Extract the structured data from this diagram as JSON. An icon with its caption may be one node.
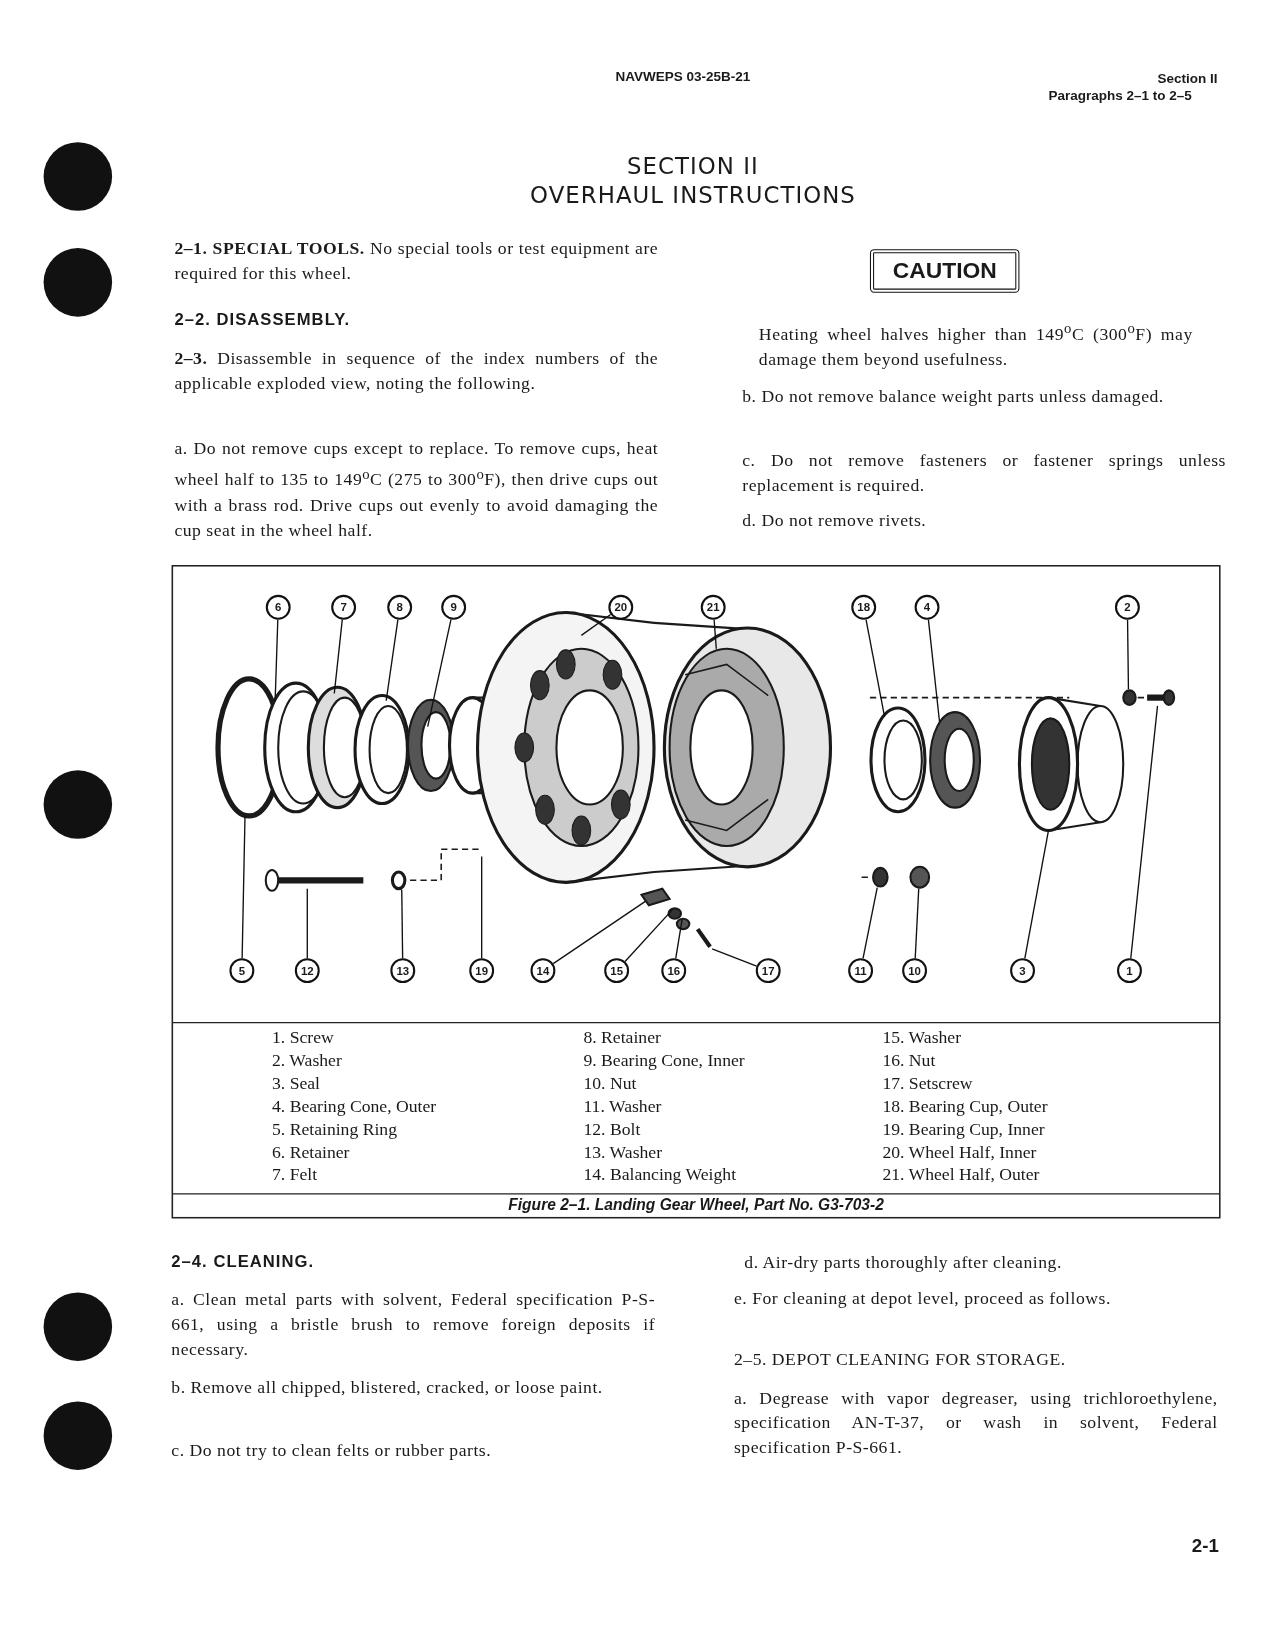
{
  "diagram": {
    "title": "OVERHAUL INSTRUCTIONS",
    "caption": "Figure 2–1. Landing Gear Wheel, Part No. G3-703-2",
    "nodes": [
      {
        "text": [
          "6"
        ]
      },
      {
        "text": [
          "7"
        ]
      },
      {
        "text": [
          "8"
        ]
      },
      {
        "text": [
          "9"
        ]
      },
      {
        "text": [
          "20"
        ]
      },
      {
        "text": [
          "21"
        ]
      },
      {
        "text": [
          "18"
        ]
      },
      {
        "text": [
          "4"
        ]
      },
      {
        "text": [
          "2"
        ]
      },
      {
        "text": [
          "5"
        ]
      },
      {
        "text": [
          "12"
        ]
      },
      {
        "text": [
          "13"
        ]
      },
      {
        "text": [
          "19"
        ]
      },
      {
        "text": [
          "14"
        ]
      },
      {
        "text": [
          "15"
        ]
      },
      {
        "text": [
          "16"
        ]
      },
      {
        "text": [
          "17"
        ]
      },
      {
        "text": [
          "11"
        ]
      },
      {
        "text": [
          "10"
        ]
      },
      {
        "text": [
          "3"
        ]
      },
      {
        "text": [
          "1"
        ]
      }
    ],
    "edges": [
      {
        "from": 0,
        "to": null,
        "arrow": "none"
      },
      {
        "from": 1,
        "to": null,
        "arrow": "none"
      },
      {
        "from": 2,
        "to": null,
        "arrow": "none"
      },
      {
        "from": 3,
        "to": null,
        "arrow": "none"
      },
      {
        "from": 4,
        "to": null,
        "arrow": "none"
      },
      {
        "from": 5,
        "to": null,
        "arrow": "none"
      },
      {
        "from": 6,
        "to": null,
        "arrow": "none"
      },
      {
        "from": 7,
        "to": null,
        "arrow": "none"
      },
      {
        "from": 8,
        "to": null,
        "arrow": "none"
      },
      {
        "from": 9,
        "to": null,
        "arrow": "none"
      },
      {
        "from": 10,
        "to": null,
        "arrow": "none"
      },
      {
        "from": 11,
        "to": null,
        "arrow": "none"
      },
      {
        "from": 12,
        "to": null,
        "arrow": "none"
      },
      {
        "from": 13,
        "to": null,
        "arrow": "none"
      },
      {
        "from": 14,
        "to": null,
        "arrow": "none"
      },
      {
        "from": 15,
        "to": null,
        "arrow": "none"
      },
      {
        "from": 16,
        "to": null,
        "arrow": "none"
      },
      {
        "from": 17,
        "to": null,
        "arrow": "none"
      },
      {
        "from": 18,
        "to": null,
        "arrow": "none"
      },
      {
        "from": 19,
        "to": null,
        "arrow": "none"
      },
      {
        "from": 20,
        "to": null,
        "arrow": "none"
      }
    ],
    "labels": [
      "NAVWEPS 03-25B-21",
      "Section II",
      "Paragraphs 2–1 to 2–5",
      "SECTION II",
      "**2–1. SPECIAL TOOLS.** No special tools or test equipment are required for this wheel.",
      "2–2. DISASSEMBLY.",
      "**2–3.** Disassemble in sequence of the index numbers of the applicable exploded view, noting the following.",
      "a. Do not remove cups except to replace. To remove cups, heat wheel half to 135 to 149$^{o}$C (275 to 300$^{o}$F), then drive cups out with a brass rod. Drive cups out evenly to avoid damaging the cup seat in the wheel half.",
      "CAUTION",
      "Heating wheel halves higher than 149$^{o}$C (300$^{o}$F) may damage them beyond usefulness.",
      "b. Do not remove balance weight parts unless damaged.",
      "c. Do not remove fasteners or fastener springs unless replacement is required.",
      "d. Do not remove rivets.",
      "1. Screw",
      "8. Retainer",
      "15. Washer",
      "2. Washer",
      "9. Bearing Cone, Inner",
      "16. Nut",
      "3. Seal",
      "10. Nut",
      "17. Setscrew",
      "4. Bearing Cone, Outer",
      "11. Washer",
      "18. Bearing Cup, Outer",
      "5. Retaining Ring",
      "12. Bolt",
      "19. Bearing Cup, Inner",
      "6. Retainer",
      "13. Washer",
      "20. Wheel Half, Inner",
      "7. Felt",
      "14. Balancing Weight",
      "21. Wheel Half, Outer",
      "2–4. CLEANING.",
      "a. Clean metal parts with solvent, Federal specification P-S-661, using a bristle brush to remove foreign deposits if necessary.",
      "b. Remove all chipped, blistered, cracked, or loose paint.",
      "c. Do not try to clean felts or rubber parts.",
      "d. Air-dry parts thoroughly after cleaning.",
      "e. For cleaning at depot level, proceed as follows.",
      "2–5. DEPOT CLEANING FOR STORAGE.",
      "a. Degrease with vapor degreaser, using trichloroethylene, specification AN-T-37, or wash in solvent, Federal specification P-S-661.",
      "2-1"
    ]
  }
}
